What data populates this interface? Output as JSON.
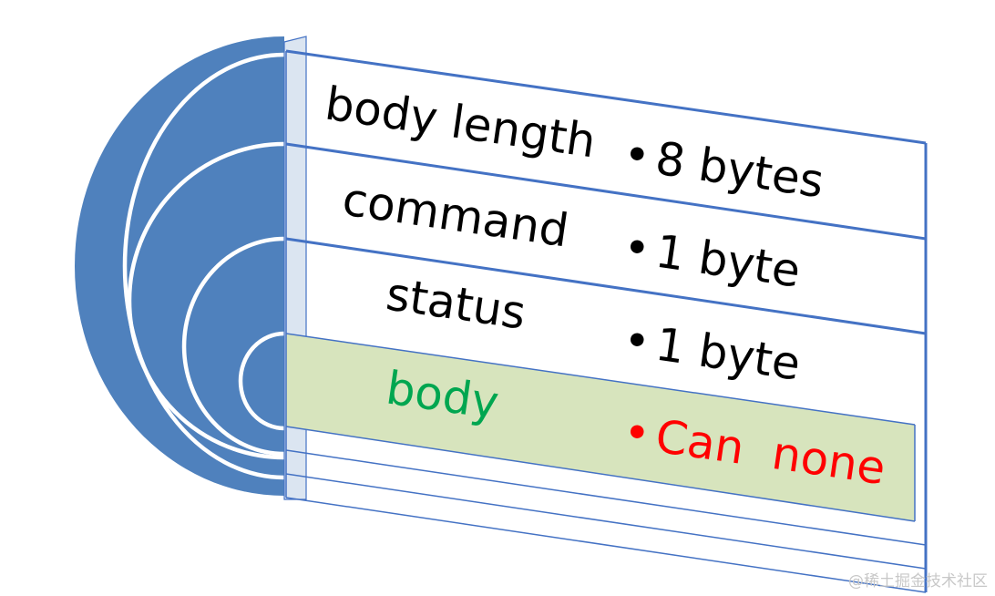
{
  "rows": [
    {
      "name": "body length",
      "size": "8 bytes",
      "highlight": false
    },
    {
      "name": "command",
      "size": "1 byte",
      "highlight": false
    },
    {
      "name": "status",
      "size": "1 byte",
      "highlight": false
    },
    {
      "name": "body",
      "size": "Can  none",
      "highlight": true
    }
  ],
  "bullet": "•",
  "watermark": "@稀土掘金技术社区",
  "colors": {
    "arc_fill": "#4f81bd",
    "band_stroke": "#4472c4",
    "highlight_fill": "#d7e4bd",
    "default_text": "#000000",
    "name_highlight_text": "#00a650",
    "size_highlight_text": "#ff0000"
  }
}
